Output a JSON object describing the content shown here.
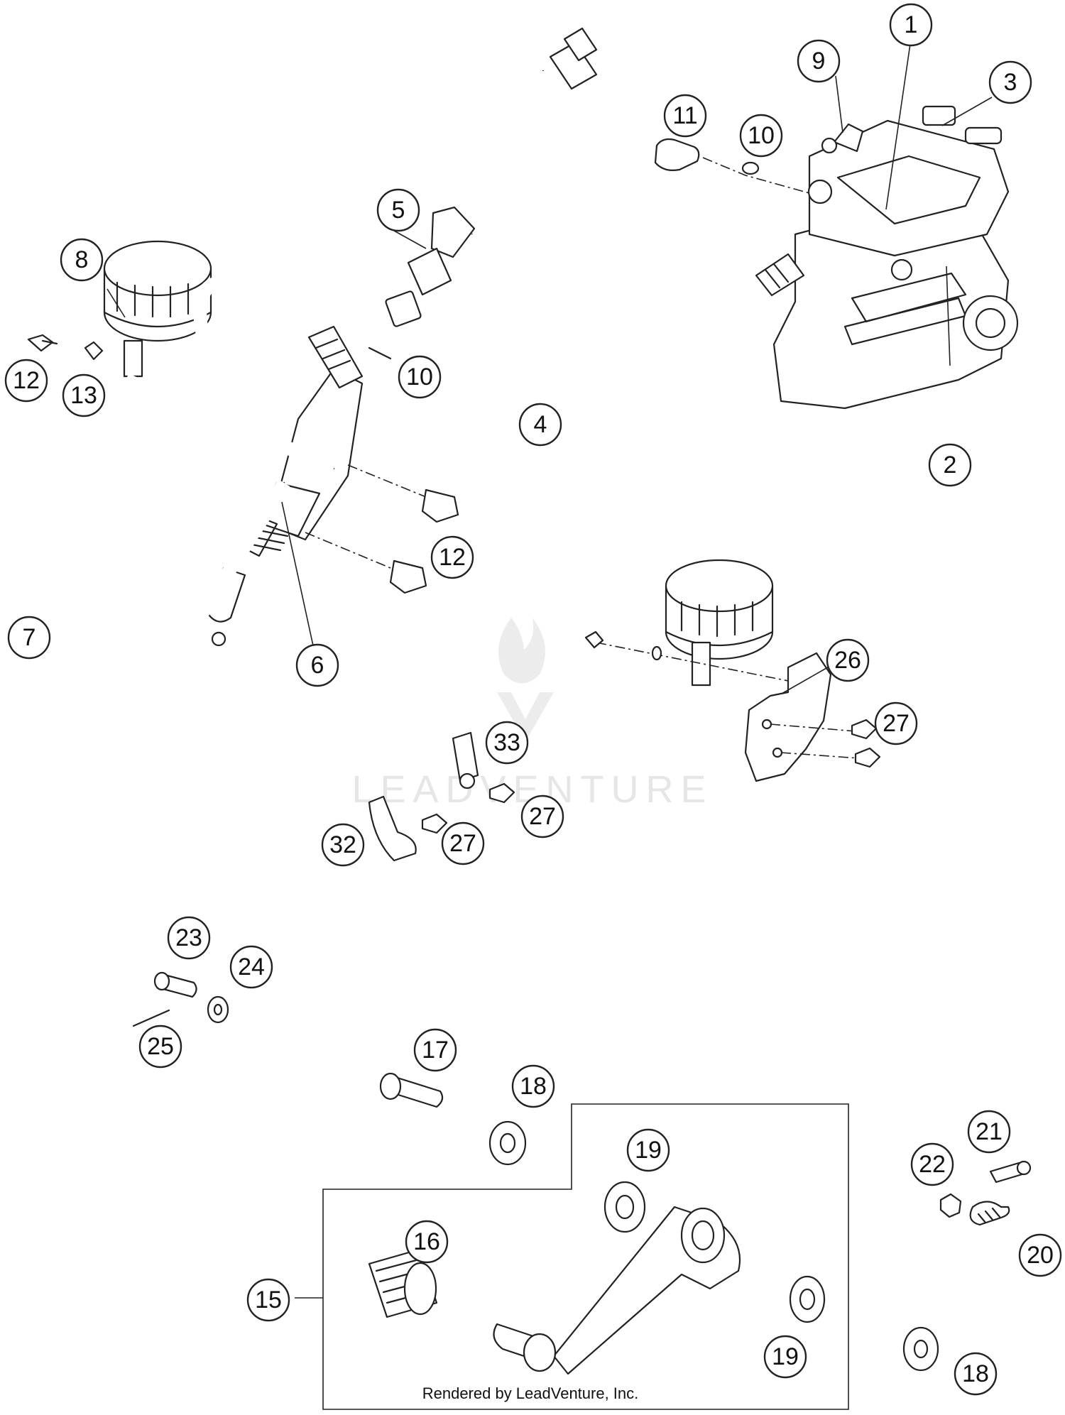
{
  "watermark": {
    "text": "LEADVENTURE"
  },
  "footer": {
    "text": "Rendered by LeadVenture, Inc."
  },
  "callouts": [
    {
      "n": "1"
    },
    {
      "n": "9"
    },
    {
      "n": "3"
    },
    {
      "n": "11"
    },
    {
      "n": "10"
    },
    {
      "n": "5"
    },
    {
      "n": "8"
    },
    {
      "n": "10"
    },
    {
      "n": "12"
    },
    {
      "n": "13"
    },
    {
      "n": "4"
    },
    {
      "n": "2"
    },
    {
      "n": "12"
    },
    {
      "n": "7"
    },
    {
      "n": "6"
    },
    {
      "n": "26"
    },
    {
      "n": "27"
    },
    {
      "n": "33"
    },
    {
      "n": "27"
    },
    {
      "n": "32"
    },
    {
      "n": "27"
    },
    {
      "n": "23"
    },
    {
      "n": "24"
    },
    {
      "n": "25"
    },
    {
      "n": "17"
    },
    {
      "n": "18"
    },
    {
      "n": "19"
    },
    {
      "n": "21"
    },
    {
      "n": "22"
    },
    {
      "n": "16"
    },
    {
      "n": "20"
    },
    {
      "n": "15"
    },
    {
      "n": "19"
    },
    {
      "n": "18"
    }
  ]
}
